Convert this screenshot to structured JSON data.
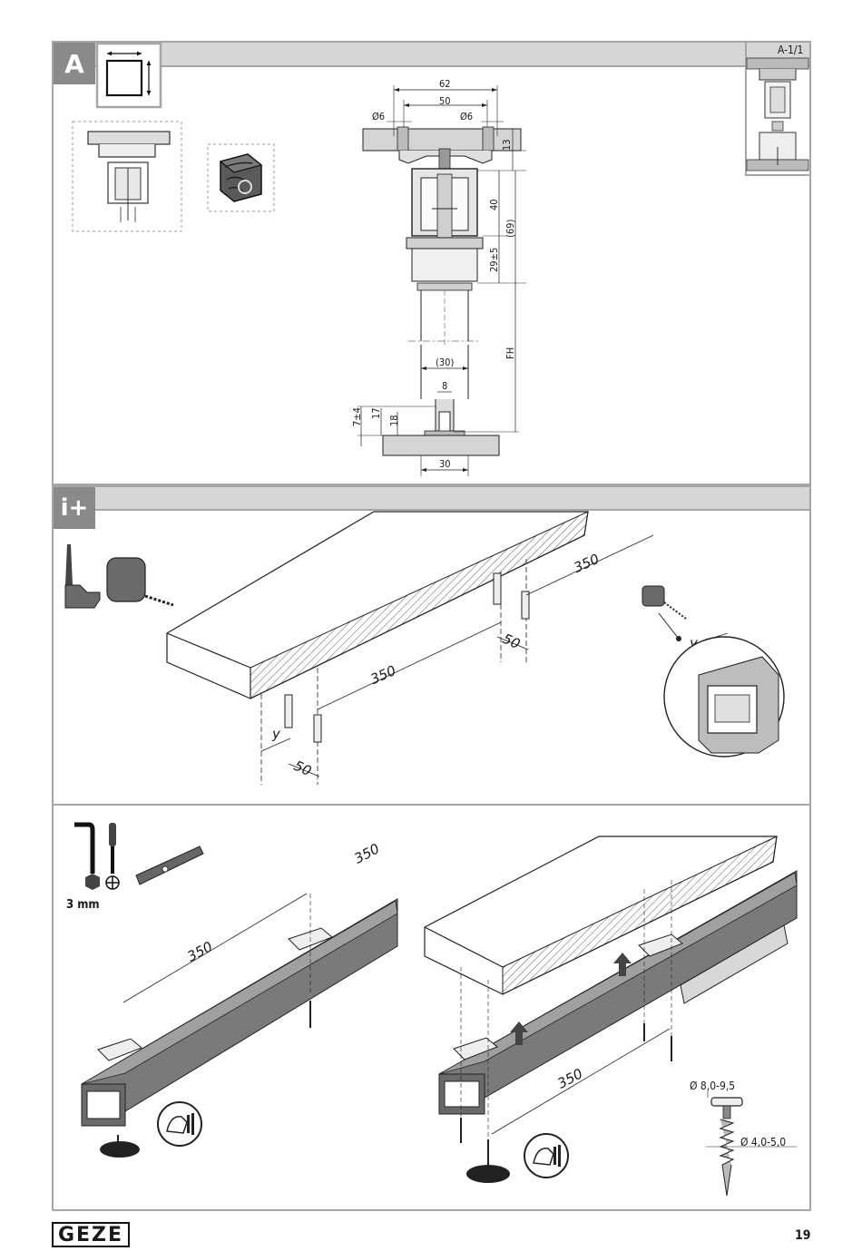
{
  "sectionA": {
    "letter": "A",
    "ref_tag": "A-1/1",
    "dimensions": {
      "d62": "62",
      "d50": "50",
      "dia6_left": "Ø6",
      "dia6_right": "Ø6",
      "d13": "13",
      "d40": "40",
      "d69": "(69)",
      "d29": "29±5",
      "fh": "FH",
      "d30top": "(30)",
      "d8": "8",
      "d7": "7±4",
      "d17": "17",
      "d18": "18",
      "d30bottom": "30"
    }
  },
  "sectionInfo": {
    "letter": "i+",
    "d350_left": "350",
    "d350_right": "350",
    "d50_left": "50",
    "d50_right": "50",
    "y_left": "y",
    "y_right": "y"
  },
  "sectionMount": {
    "tool_size": "3 mm",
    "d350_a": "350",
    "d350_b": "350",
    "d350_c": "350",
    "screw_head": "Ø 8,0-9,5",
    "screw_shank": "Ø 4,0-5,0"
  },
  "footer": {
    "brand": "GEZE",
    "page_number": "19"
  },
  "colors": {
    "frame": "#a6a6a6",
    "header_bar": "#d6d6d6",
    "section_tab": "#8a8a8a",
    "rail": "#6e6e6e"
  }
}
